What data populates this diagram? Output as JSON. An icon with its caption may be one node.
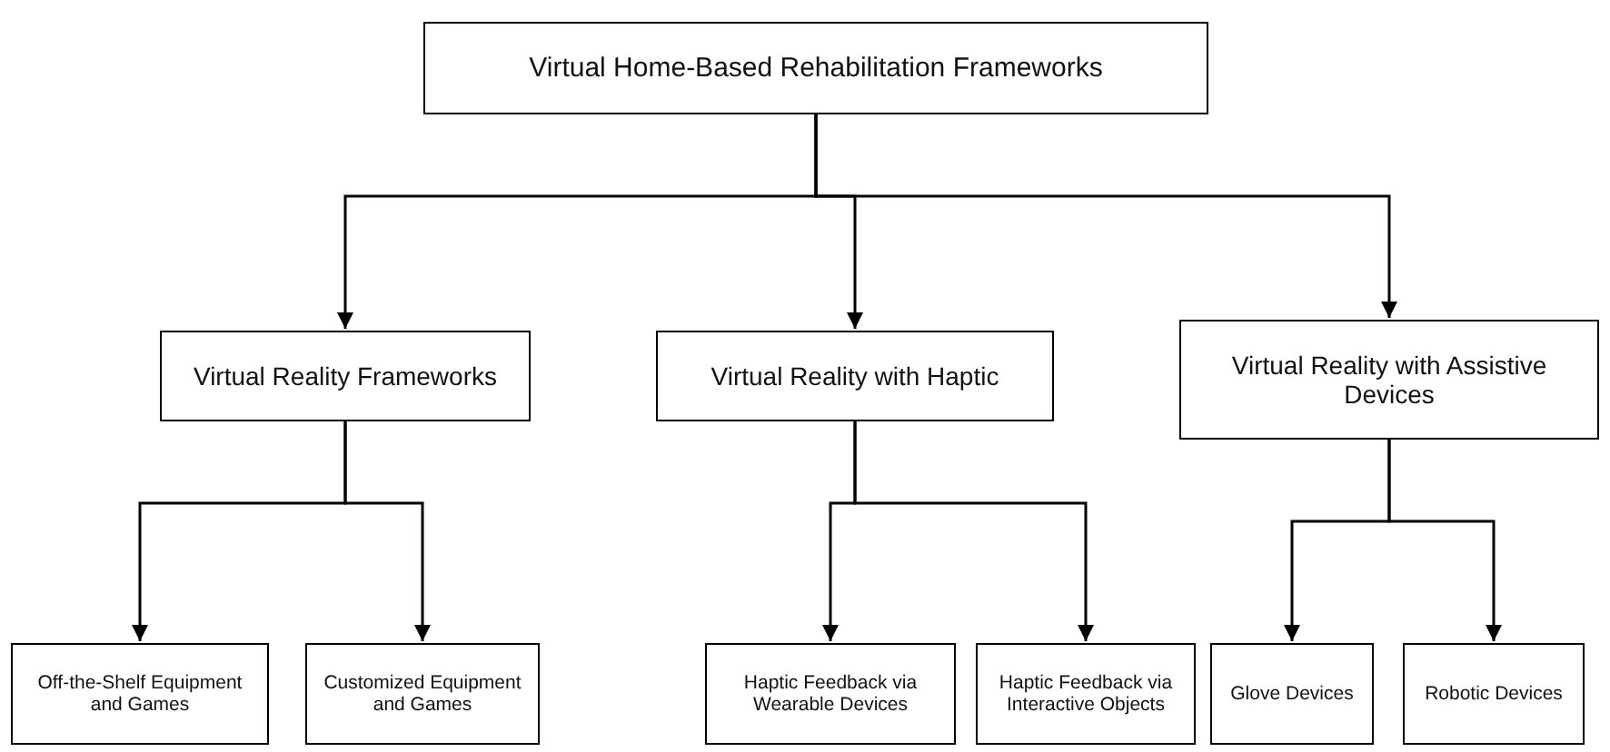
{
  "diagram": {
    "nodes": [
      {
        "text": [
          "Virtual Home-Based Rehabilitation Frameworks"
        ]
      },
      {
        "text": [
          "Virtual Reality Frameworks"
        ]
      },
      {
        "text": [
          "Virtual Reality with Haptic"
        ]
      },
      {
        "text": [
          "Virtual Reality with Assistive Devices"
        ]
      },
      {
        "text": [
          "Off-the-Shelf Equipment and Games"
        ]
      },
      {
        "text": [
          "Customized Equipment and Games"
        ]
      },
      {
        "text": [
          "Haptic Feedback via Wearable Devices"
        ]
      },
      {
        "text": [
          "Haptic Feedback via Interactive Objects"
        ]
      },
      {
        "text": [
          "Glove Devices"
        ]
      },
      {
        "text": [
          "Robotic Devices"
        ]
      }
    ],
    "edges": [
      {
        "from": 0,
        "to": 1,
        "arrow": "to"
      },
      {
        "from": 0,
        "to": 2,
        "arrow": "to"
      },
      {
        "from": 0,
        "to": 3,
        "arrow": "to"
      },
      {
        "from": 1,
        "to": 4,
        "arrow": "to"
      },
      {
        "from": 1,
        "to": 5,
        "arrow": "to"
      },
      {
        "from": 2,
        "to": 6,
        "arrow": "to"
      },
      {
        "from": 2,
        "to": 7,
        "arrow": "to"
      },
      {
        "from": 3,
        "to": 8,
        "arrow": "to"
      },
      {
        "from": 3,
        "to": 9,
        "arrow": "to"
      }
    ]
  }
}
